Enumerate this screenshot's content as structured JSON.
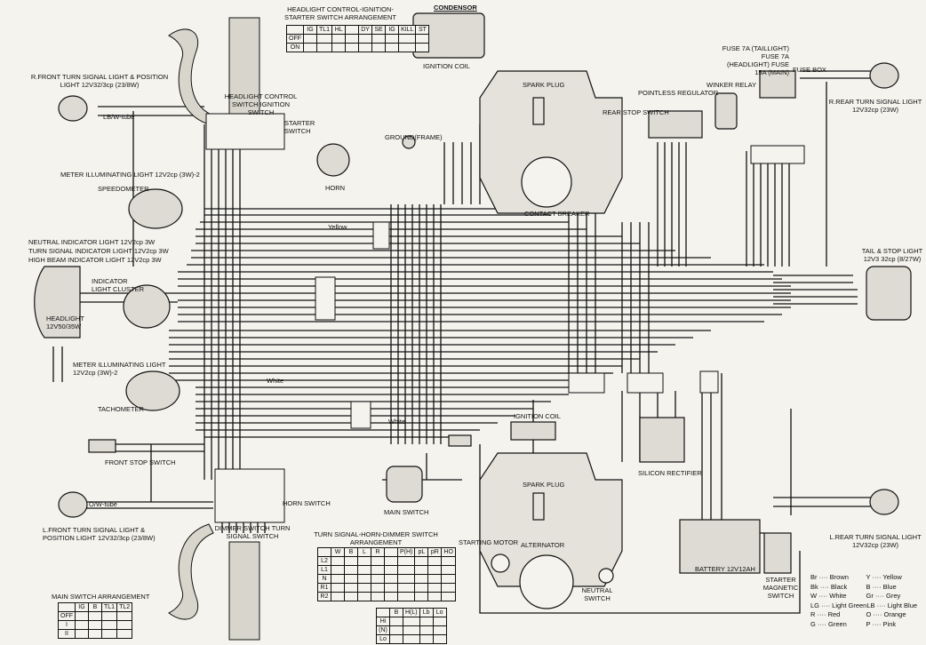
{
  "components": {
    "headlight_switch_table_title": "HEADLIGHT CONTROL-IGNITION-STARTER SWITCH ARRANGEMENT",
    "condensor": "CONDENSOR",
    "ignition_coil_top": "IGNITION COIL",
    "spark_plug_top": "SPARK PLUG",
    "front_right_turn": "R.FRONT TURN SIGNAL LIGHT & POSITION LIGHT 12V32/3cp (23/8W)",
    "headlight_control_switch": "HEADLIGHT CONTROL SWITCH IGNITION SWITCH",
    "starter_switch": "STARTER SWITCH",
    "ground_frame": "GROUND(FRAME)",
    "horn": "HORN",
    "meter_illum_top": "METER ILLUMINATING LIGHT 12V2cp (3W)-2",
    "speedometer": "SPEEDOMETER",
    "neutral_indicator": "NEUTRAL INDICATOR LIGHT 12V2cp 3W",
    "turn_indicator": "TURN SIGNAL INDICATOR LIGHT 12V2cp 3W",
    "high_beam_indicator": "HIGH BEAM INDICATOR LIGHT 12V2cp 3W",
    "indicator_cluster": "INDICATOR LIGHT CLUSTER",
    "headlight": "HEADLIGHT 12V50/35W",
    "meter_illum_bottom": "METER ILLUMINATING LIGHT 12V2cp (3W)-2",
    "tachometer": "TACHOMETER",
    "front_stop_switch": "FRONT STOP SWITCH",
    "front_left_turn": "L.FRONT TURN SIGNAL LIGHT & POSITION LIGHT 12V32/3cp (23/8W)",
    "dimmer_switch": "DIMMER SWITCH TURN SIGNAL SWITCH",
    "horn_switch": "HORN SWITCH",
    "main_switch": "MAIN SWITCH",
    "pointless_regulator": "POINTLESS REGULATOR",
    "winker_relay": "WINKER RELAY",
    "rear_stop_switch": "REAR STOP SWITCH",
    "contact_breaker": "CONTACT BREAKER",
    "fuse_box_labels": "FUSE 7A (TAILLIGHT) FUSE 7A (HEADLIGHT) FUSE 15A (MAIN)",
    "fuse_box": "FUSE BOX",
    "rear_right_turn": "R.REAR TURN SIGNAL LIGHT 12V32cp (23W)",
    "tail_stop": "TAIL & STOP LIGHT 12V3 32cp (8/27W)",
    "rear_left_turn": "L.REAR TURN SIGNAL LIGHT 12V32cp (23W)",
    "ignition_coil_bottom": "IGNITION COIL",
    "spark_plug_bottom": "SPARK PLUG",
    "starting_motor": "STARTING MOTOR",
    "alternator": "ALTERNATOR",
    "neutral_switch": "NEUTRAL SWITCH",
    "silicon_rectifier": "SILICON RECTIFIER",
    "battery": "BATTERY 12V12AH",
    "starter_magnetic_switch": "STARTER MAGNETIC SWITCH",
    "turn_switch_table_title": "TURN SIGNAL-HORN-DIMMER SWITCH ARRANGEMENT",
    "main_switch_table_title": "MAIN SWITCH ARRANGEMENT",
    "white_label_1": "White",
    "white_label_2": "White",
    "yellow_label": "Yellow",
    "o_w_tube": "O/W-tube",
    "lb_w_tube": "LB/W-tube"
  },
  "tables": {
    "headlight_switch": {
      "headers": [
        "",
        "IG",
        "TL1",
        "HL",
        "",
        "DY",
        "SE",
        "IG",
        "KILL",
        "ST"
      ],
      "rows": [
        "OFF",
        "ON"
      ]
    },
    "turn_switch": {
      "headers": [
        "",
        "W",
        "B",
        "L",
        "R",
        "",
        "P(H)",
        "pL",
        "pR",
        "HO"
      ],
      "rows": [
        "L2",
        "L1",
        "N",
        "R1",
        "R2"
      ],
      "sub_headers": [
        "",
        "B",
        "H(L)",
        "Lb",
        "Lo"
      ],
      "sub_rows": [
        "Hi",
        "(N)",
        "Lo"
      ]
    },
    "main_switch": {
      "headers": [
        "",
        "IG",
        "B",
        "TL1",
        "TL2"
      ],
      "rows": [
        "OFF",
        "I",
        "II"
      ]
    }
  },
  "legend": [
    {
      "code": "Br",
      "color": "Brown"
    },
    {
      "code": "Y",
      "color": "Yellow"
    },
    {
      "code": "Bk",
      "color": "Black"
    },
    {
      "code": "B",
      "color": "Blue"
    },
    {
      "code": "W",
      "color": "White"
    },
    {
      "code": "Gr",
      "color": "Grey"
    },
    {
      "code": "LG",
      "color": "Light Green"
    },
    {
      "code": "LB",
      "color": "Light Blue"
    },
    {
      "code": "R",
      "color": "Red"
    },
    {
      "code": "O",
      "color": "Orange"
    },
    {
      "code": "G",
      "color": "Green"
    },
    {
      "code": "P",
      "color": "Pink"
    }
  ]
}
